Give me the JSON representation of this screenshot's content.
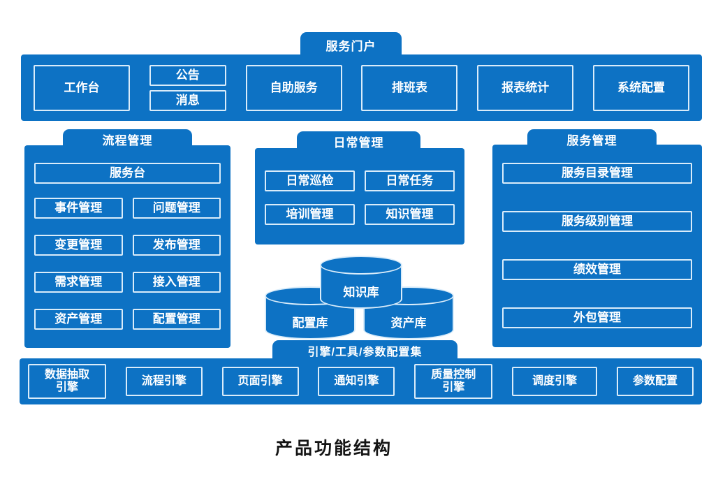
{
  "colors": {
    "primary_blue": "#0d72c4",
    "box_border": "#d9ecfa",
    "text_on_blue": "#ffffff",
    "caption_text": "#141414"
  },
  "portal": {
    "title": "服务门户",
    "workbench": "工作台",
    "announcement": "公告",
    "message": "消息",
    "self_service": "自助服务",
    "schedule": "排班表",
    "report_statistics": "报表统计",
    "system_config": "系统配置"
  },
  "process": {
    "title": "流程管理",
    "service_desk": "服务台",
    "items": [
      "事件管理",
      "问题管理",
      "变更管理",
      "发布管理",
      "需求管理",
      "接入管理",
      "资产管理",
      "配置管理"
    ]
  },
  "daily": {
    "title": "日常管理",
    "items": [
      "日常巡检",
      "日常任务",
      "培训管理",
      "知识管理"
    ]
  },
  "repos": {
    "knowledge": "知识库",
    "config": "配置库",
    "asset": "资产库"
  },
  "service": {
    "title": "服务管理",
    "items": [
      "服务目录管理",
      "服务级别管理",
      "绩效管理",
      "外包管理"
    ]
  },
  "engines": {
    "title": "引擎/工具/参数配置集",
    "items": [
      "数据抽取\n引擎",
      "流程引擎",
      "页面引擎",
      "通知引擎",
      "质量控制\n引擎",
      "调度引擎",
      "参数配置"
    ]
  },
  "caption": "产品功能结构"
}
